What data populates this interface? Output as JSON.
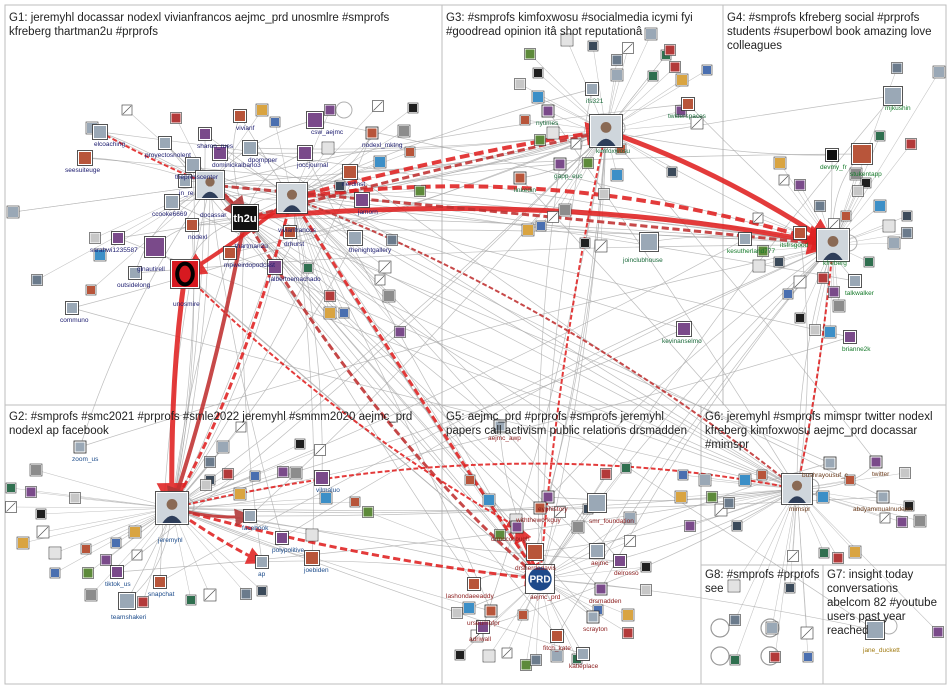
{
  "groups": [
    {
      "id": "G1",
      "lines": [
        "G1: jeremyhl docassar nodexl vivianfrancos aejmc_prd unosmlre #smprofs",
        "kfreberg thartman2u #prprofs"
      ]
    },
    {
      "id": "G2",
      "lines": [
        "G2: #smprofs #smc2021 #prprofs #smle2022 jeremyhl #smmm2020 aejmc_prd",
        "nodexl ap facebook"
      ]
    },
    {
      "id": "G3",
      "lines": [
        "G3: #smprofs kimfoxwosu #socialmedia icymi fyi",
        "#goodread opinion itâ shot reputationâ"
      ]
    },
    {
      "id": "G4",
      "lines": [
        "G4: #smprofs kfreberg social #prprofs",
        "students #superbowl book amazing love",
        "colleagues"
      ]
    },
    {
      "id": "G5",
      "lines": [
        "G5: aejmc_prd #prprofs #smprofs jeremyhl",
        "papers call activism public relations drsmadden"
      ]
    },
    {
      "id": "G6",
      "lines": [
        "G6: jeremyhl #smprofs mimspr twitter nodexl",
        "kfreberg kimfoxwosu aejmc_prd docassar",
        "#mimspr"
      ]
    },
    {
      "id": "G7",
      "lines": [
        "G7: insight today",
        "conversations",
        "abelcom 82 #youtube",
        "users past year",
        "reached"
      ]
    },
    {
      "id": "G8",
      "lines": [
        "G8: #smprofs #prprofs",
        "see"
      ]
    }
  ],
  "nodes": {
    "g1": [
      "elcoaching",
      "sharon_rues",
      "vivianf",
      "dpompper",
      "csw_aejmc",
      "nodexl_mktng",
      "proyectosnolent",
      "dominickalbano3",
      "seesuiteuge",
      "thepresscenter",
      "joccjournal",
      "nerdinst",
      "in_re",
      "docassar",
      "vivianfrancos",
      "ccooke6669",
      "jamorn",
      "nodexl",
      "thartman2u",
      "sarahwi1235587",
      "drhurst",
      "thenightgallery",
      "ginautirell",
      "mpweirdopodcast",
      "outsidelong",
      "jalbertoemachado",
      "unosmire",
      "communo"
    ],
    "g2": [
      "zoom_us",
      "vilmaluo",
      "jeremyhl",
      "facebook",
      "polypolitive",
      "joebiden",
      "ap",
      "tiktok_us",
      "snapchat",
      "teamshakeri"
    ],
    "g3": [
      "ifs321",
      "nytimes",
      "twitterspaces",
      "kimfoxwosu",
      "gapp_euc",
      "linkedin",
      "joinclubhouse",
      "kevinanselmo"
    ],
    "g4": [
      "mjkushin",
      "devmy_fr",
      "stukentapp",
      "kesutherland777",
      "kfreberg",
      "itsfrsgood",
      "talkwalker",
      "brianne2k"
    ],
    "g5": [
      "aejmc_awp",
      "eyphistory",
      "withtheworkguy",
      "smr_foundation",
      "drmccollough",
      "drsherdedavis",
      "aejmc",
      "delrosso",
      "lashondaeeaddy",
      "aejmc_prd",
      "drsmadden",
      "urseumofpr",
      "scrayton",
      "adriwall",
      "fitch_kate",
      "katieplace"
    ],
    "g6": [
      "bushrayousuf_c",
      "twitter",
      "mimspr",
      "abdyammualnudeen"
    ],
    "g7": [
      "jane_duckett"
    ]
  },
  "colors": {
    "strong_edge": "#e02020",
    "medium_edge": "#c03030",
    "weak_edge": "#a8a8a8",
    "panel_border": "#bdbdbd",
    "label_g1": "#1a1a6e",
    "label_g2": "#1a4a8a",
    "label_g3": "#1a6a3a",
    "label_g4": "#157a2a",
    "label_g5": "#8a1a1a",
    "label_g6": "#6a3a1a",
    "label_g7": "#a07a10"
  }
}
